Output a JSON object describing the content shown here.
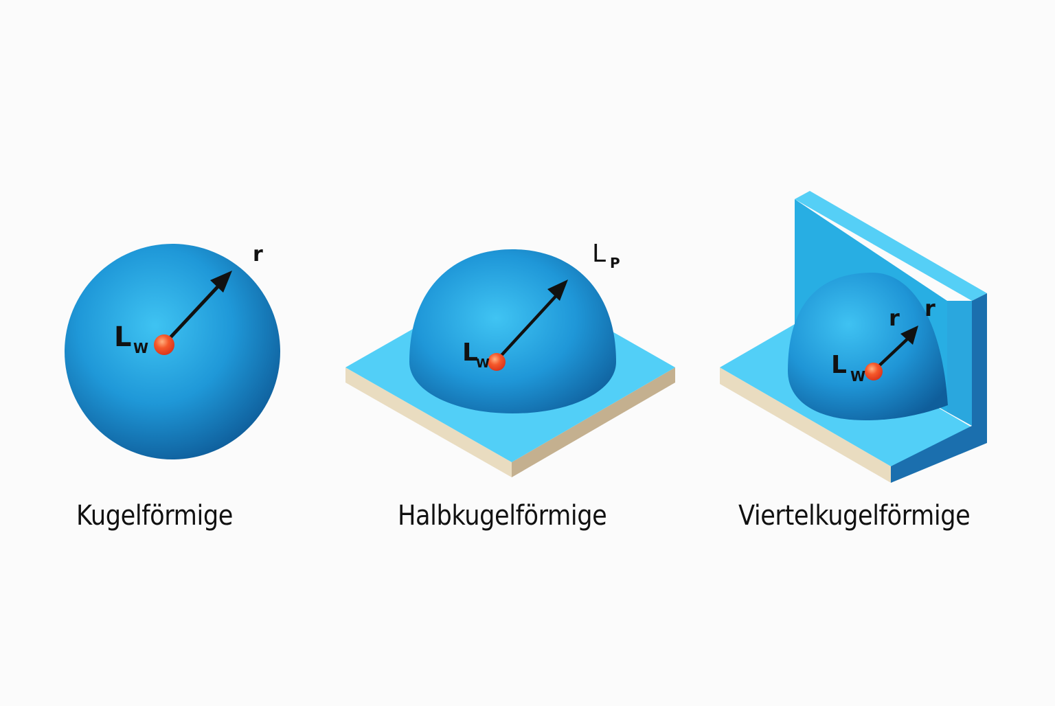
{
  "diagram": {
    "colors": {
      "background": "#fbfbfb",
      "sphere_light": "#3dbff0",
      "sphere_mid": "#1f97d8",
      "sphere_dark": "#0f5f9c",
      "plane_top": "#52cff7",
      "wall_face": "#28aee3",
      "wall_side": "#1b6fae",
      "base_edge": "#e9dcc0",
      "source_point": "#f04a22",
      "arrow": "#111111"
    },
    "panels": [
      {
        "id": "spherical",
        "caption": "Kugelförmige",
        "source_label": "L",
        "source_subscript": "W",
        "radius_label": "r"
      },
      {
        "id": "hemispherical",
        "caption": "Halbkugelförmige",
        "source_label": "L",
        "source_subscript": "W",
        "pressure_label": "L",
        "pressure_subscript": "P"
      },
      {
        "id": "quarter-spherical",
        "caption": "Viertelkugelförmige",
        "source_label": "L",
        "source_subscript": "W",
        "radius_label_1": "r",
        "radius_label_2": "r"
      }
    ]
  }
}
